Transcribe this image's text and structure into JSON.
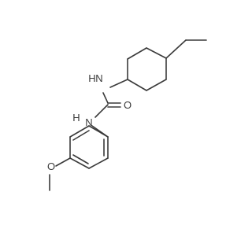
{
  "molecule": {
    "atom_labels": {
      "nh_top": "H",
      "n_top": "N",
      "nh_left": "H",
      "n_left": "N",
      "o_carbonyl": "O",
      "o_methoxy": "O"
    }
  }
}
